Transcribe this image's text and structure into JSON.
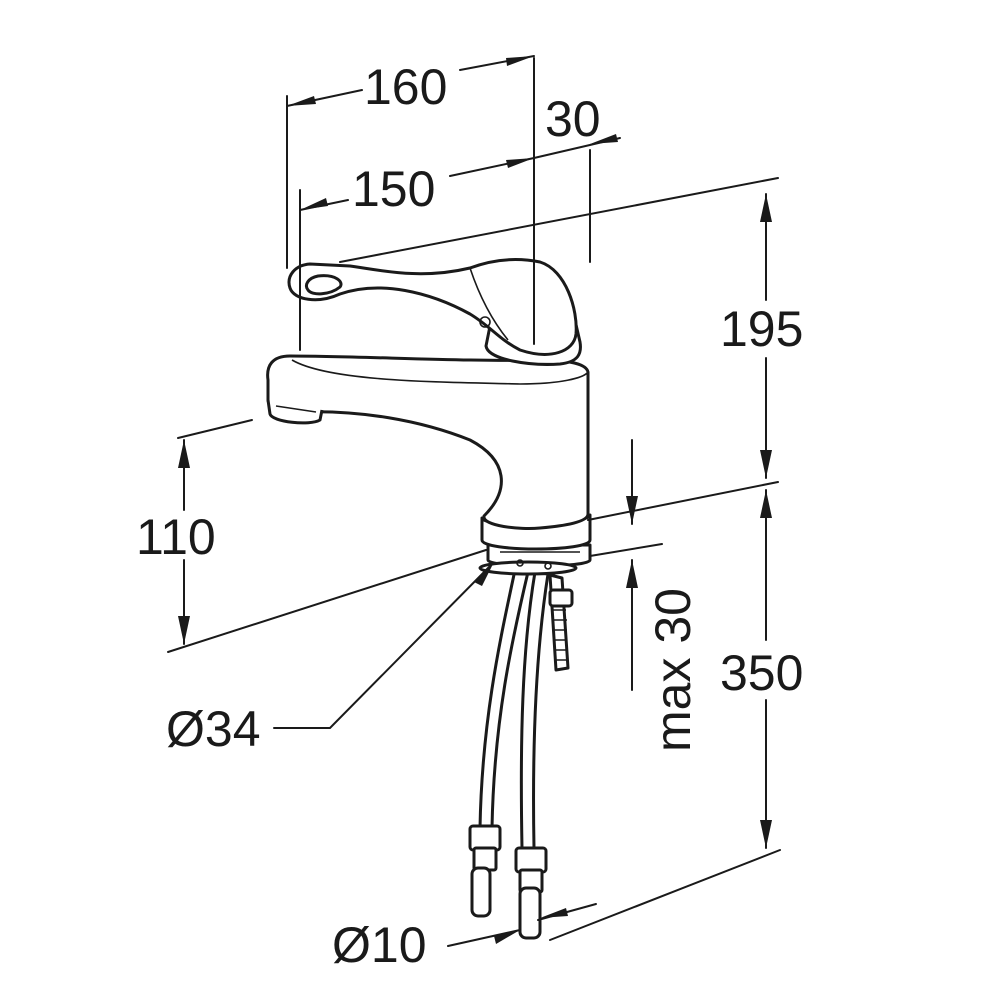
{
  "dimensions": {
    "d160": "160",
    "d30": "30",
    "d150": "150",
    "d195": "195",
    "d110": "110",
    "d350": "350",
    "dmax30": "max 30",
    "dia34": "Ø34",
    "dia10": "Ø10"
  }
}
